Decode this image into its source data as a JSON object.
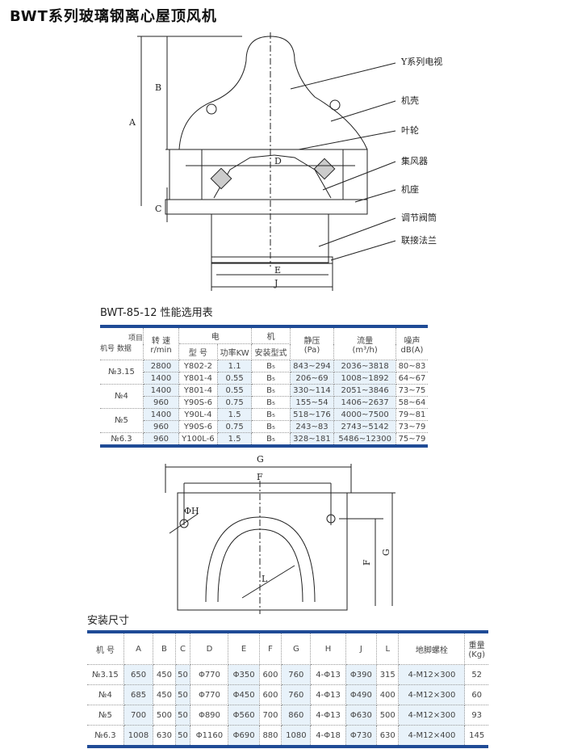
{
  "title": "BWT系列玻璃钢离心屋顶风机",
  "drawing1": {
    "labels": [
      "Y系列电视",
      "机壳",
      "叶轮",
      "集风器",
      "机座",
      "调节阀筒",
      "联接法兰"
    ],
    "dims": {
      "A": "A",
      "B": "B",
      "C": "C",
      "D": "D",
      "E": "E",
      "J": "J"
    }
  },
  "perf_table": {
    "title": "BWT-85-12  性能选用表",
    "header": {
      "item": "项目",
      "data": "数据",
      "model": "机号",
      "speed": "转 速",
      "speed_unit": "r/min",
      "motor_left": "电",
      "motor_right": "机",
      "type": "型 号",
      "power": "功率KW",
      "mount": "安装型式",
      "pressure": "静压",
      "pressure_unit": "(Pa)",
      "flow": "流量",
      "flow_unit": "(m³/h)",
      "noise": "噪声",
      "noise_unit": "dB(A)"
    },
    "groups": [
      {
        "model": "№3.15",
        "rows": [
          [
            "2800",
            "Y802-2",
            "1.1",
            "B₅",
            "843~294",
            "2036~3818",
            "80~83"
          ],
          [
            "1400",
            "Y801-4",
            "0.55",
            "B₅",
            "206~69",
            "1008~1892",
            "64~67"
          ]
        ]
      },
      {
        "model": "№4",
        "rows": [
          [
            "1400",
            "Y801-4",
            "0.55",
            "B₅",
            "330~114",
            "2051~3846",
            "73~75"
          ],
          [
            "960",
            "Y90S-6",
            "0.75",
            "B₅",
            "155~54",
            "1406~2637",
            "58~64"
          ]
        ]
      },
      {
        "model": "№5",
        "rows": [
          [
            "1400",
            "Y90L-4",
            "1.5",
            "B₅",
            "518~176",
            "4000~7500",
            "79~81"
          ],
          [
            "960",
            "Y90S-6",
            "0.75",
            "B₅",
            "243~83",
            "2743~5142",
            "73~79"
          ]
        ]
      },
      {
        "model": "№6.3",
        "rows": [
          [
            "960",
            "Y100L-6",
            "1.5",
            "B₅",
            "328~181",
            "5486~12300",
            "75~79"
          ]
        ]
      }
    ]
  },
  "drawing2": {
    "G": "G",
    "F": "F",
    "PhiH": "ΦH",
    "L": "L",
    "F_side": "F",
    "G_side": "G"
  },
  "dim_table": {
    "title": "安装尺寸",
    "headers": [
      "机 号",
      "A",
      "B",
      "C",
      "D",
      "E",
      "F",
      "G",
      "H",
      "J",
      "L",
      "地脚螺栓",
      "重量",
      "(Kg)"
    ],
    "rows": [
      [
        "№3.15",
        "650",
        "450",
        "50",
        "Φ770",
        "Φ350",
        "600",
        "760",
        "4-Φ13",
        "Φ390",
        "315",
        "4-M12×300",
        "52"
      ],
      [
        "№4",
        "685",
        "450",
        "50",
        "Φ770",
        "Φ450",
        "600",
        "760",
        "4-Φ13",
        "Φ490",
        "400",
        "4-M12×300",
        "60"
      ],
      [
        "№5",
        "700",
        "500",
        "50",
        "Φ890",
        "Φ560",
        "700",
        "860",
        "4-Φ13",
        "Φ630",
        "500",
        "4-M12×300",
        "93"
      ],
      [
        "№6.3",
        "1008",
        "630",
        "50",
        "Φ1160",
        "Φ690",
        "880",
        "1080",
        "4-Φ18",
        "Φ730",
        "630",
        "4-M12×400",
        "145"
      ]
    ]
  }
}
